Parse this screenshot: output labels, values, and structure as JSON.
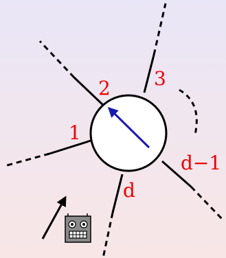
{
  "diagram": {
    "port_labels": {
      "port_1": "1",
      "port_2": "2",
      "port_3": "3",
      "port_d_minus_1": "d−1",
      "port_d": "d"
    },
    "colors": {
      "label": "#ee0000",
      "pointer_arrow": "#1a1ab0",
      "edge": "#000000",
      "node_fill": "#ffffff",
      "background_top": "#e9e6f7",
      "background_bottom": "#f8e6e6",
      "robot_body": "#8a8a8a"
    },
    "icons": {
      "robot": "robot-icon",
      "movement_arrow": "arrow-up-right-icon",
      "pointer": "rotating-pointer-arrow"
    }
  }
}
